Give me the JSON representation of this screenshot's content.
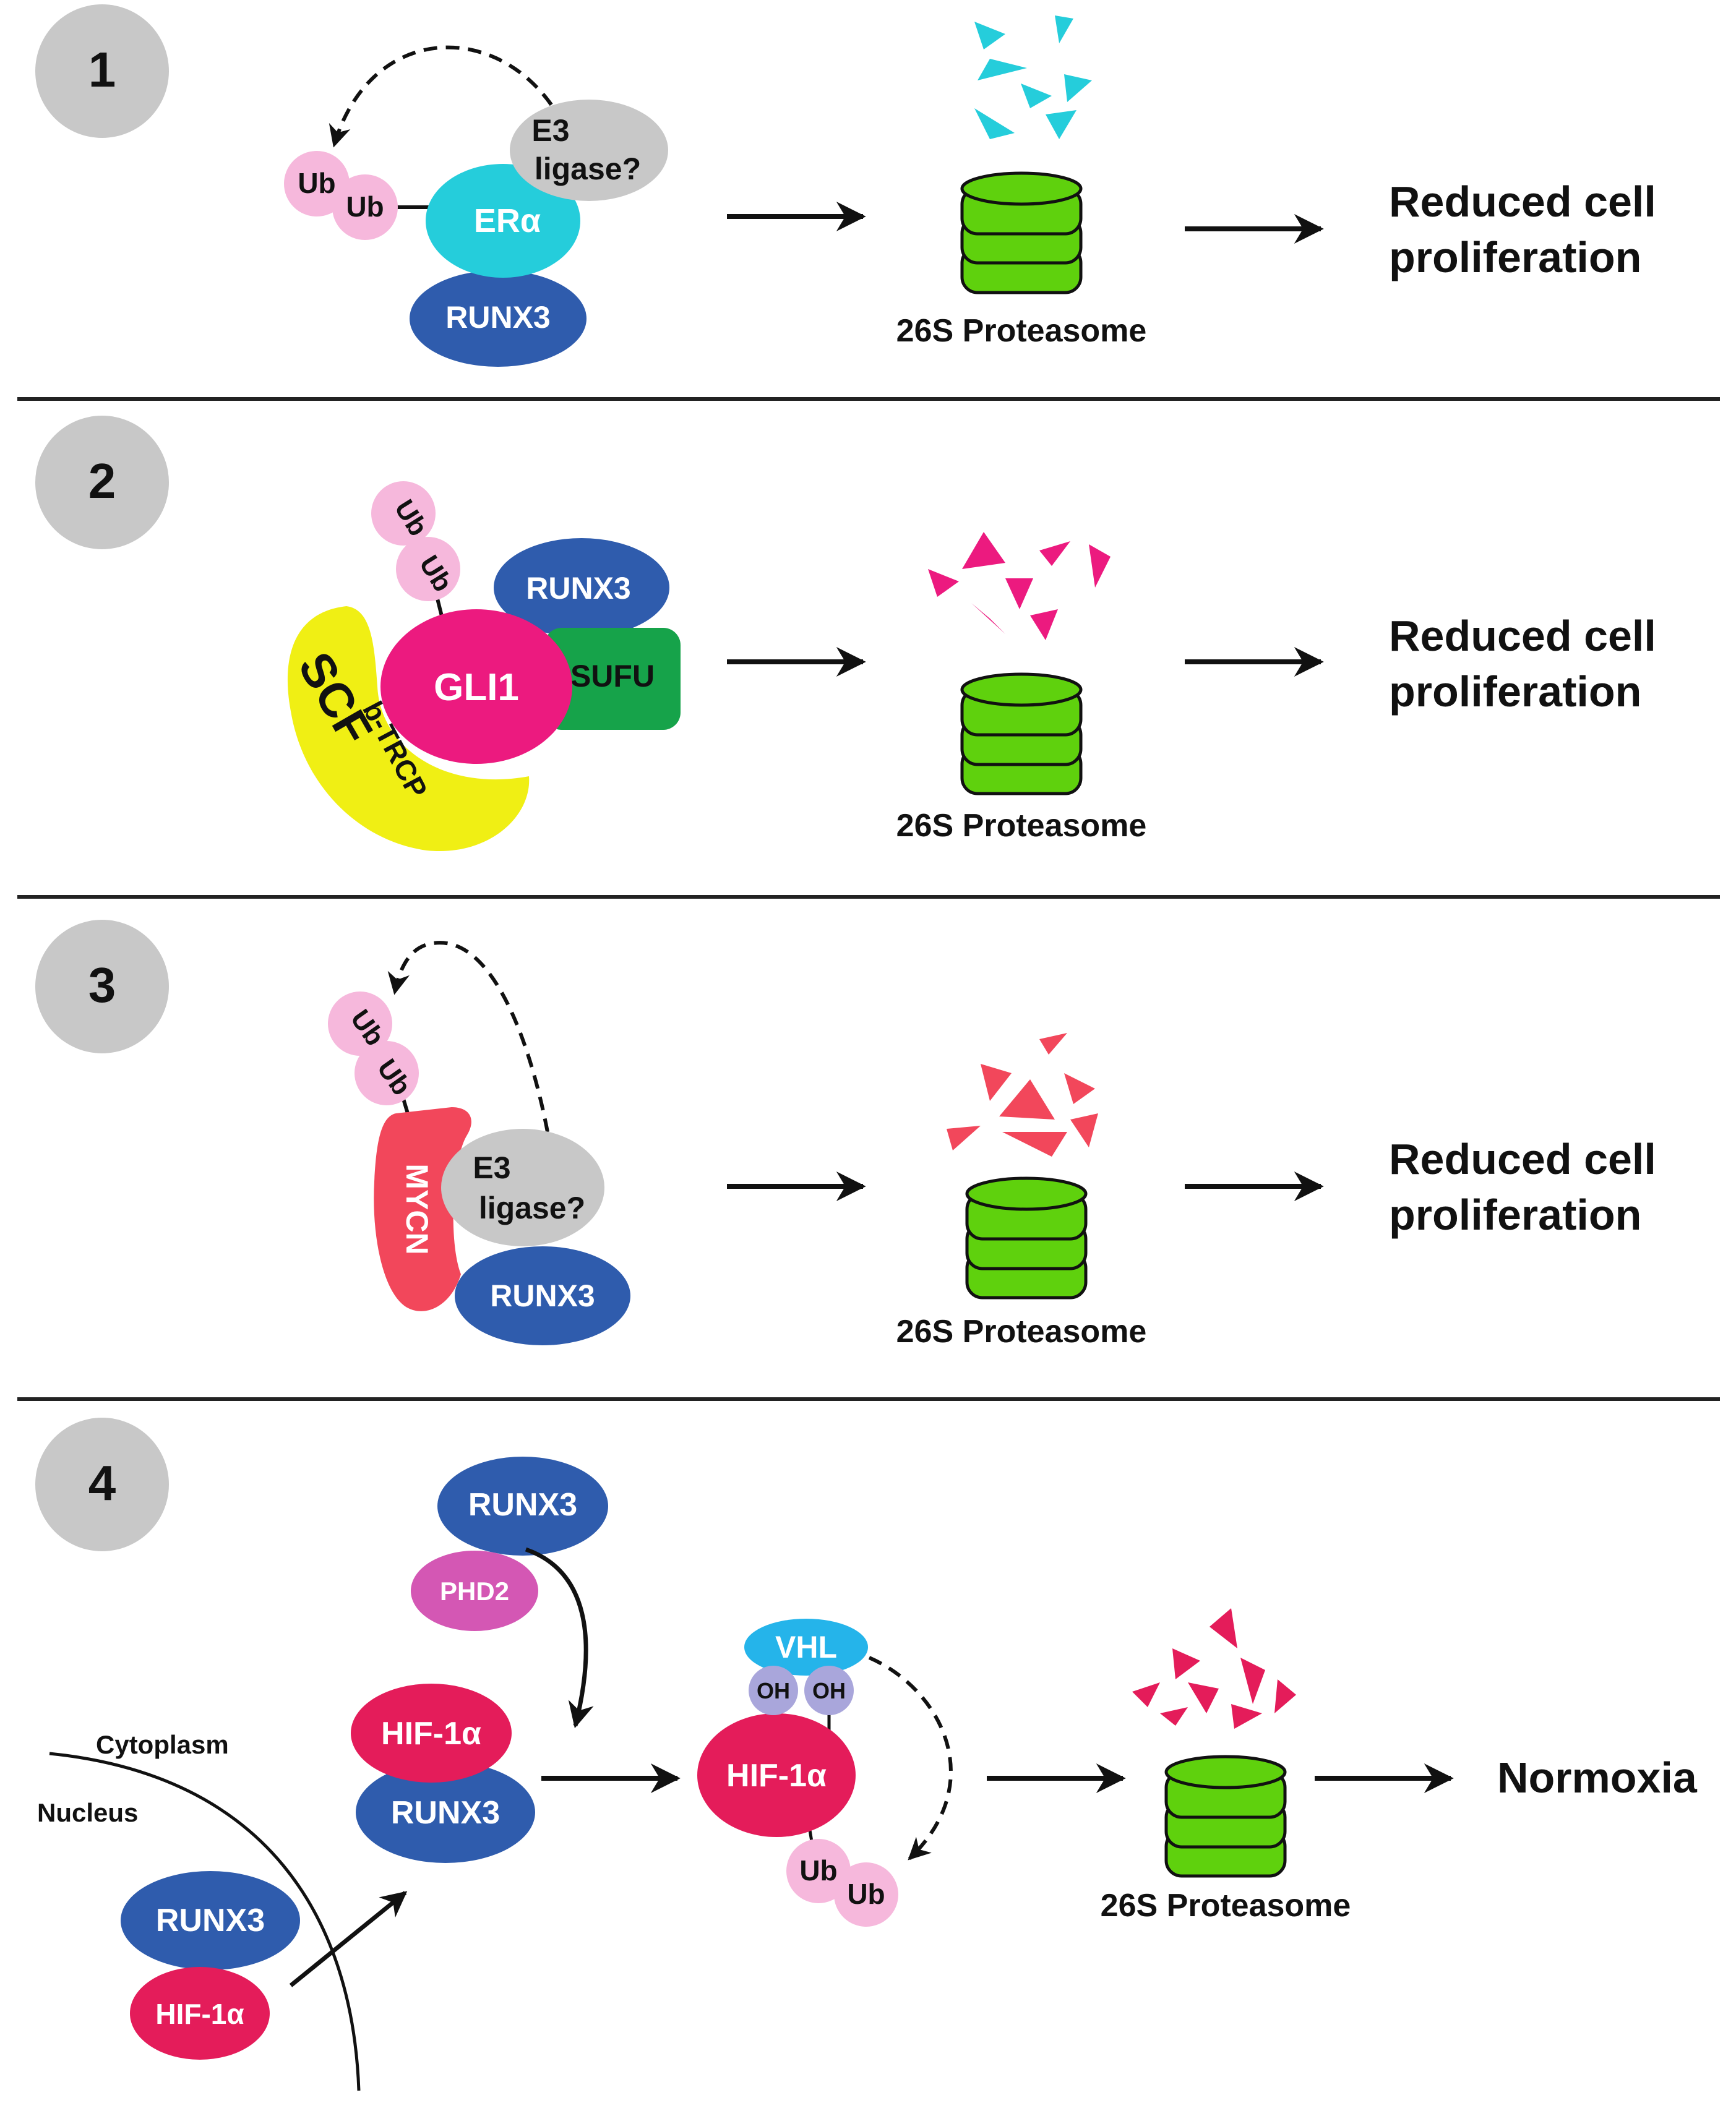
{
  "colors": {
    "panel_circle": "#c8c8c8",
    "runx3": "#2f5cad",
    "era": "#25cddb",
    "e3_ligase": "#c8c8c8",
    "ubiquitin": "#f6b8dc",
    "gli1": "#ec1a7f",
    "sufu": "#16a34a",
    "scf": "#f0ef14",
    "mycn": "#f2475b",
    "hif": "#e41c5a",
    "phd2": "#d457b4",
    "vhl": "#25b4ea",
    "oh": "#a9a6db",
    "proteasome": "#5fd10d",
    "fragments_1": "#25cddb",
    "fragments_2": "#ec1a7f",
    "fragments_3": "#f2475b",
    "fragments_4": "#e41c5a"
  },
  "labels": {
    "ub": "Ub",
    "runx3": "RUNX3",
    "proteasome": "26S Proteasome",
    "reduced_line1": "Reduced cell",
    "reduced_line2": "proliferation"
  },
  "panel1": {
    "number": "1",
    "e3_line1": "E3",
    "e3_line2": "ligase?",
    "era": "ERα"
  },
  "panel2": {
    "number": "2",
    "gli1": "GLI1",
    "sufu": "SUFU",
    "scf": "SCF",
    "btrcp": "b-TRCP"
  },
  "panel3": {
    "number": "3",
    "mycn": "MYCN",
    "e3_line1": "E3",
    "e3_line2": "ligase?"
  },
  "panel4": {
    "number": "4",
    "phd2": "PHD2",
    "cytoplasm": "Cytoplasm",
    "nucleus": "Nucleus",
    "hif": "HIF-1α",
    "vhl": "VHL",
    "oh": "OH",
    "outcome": "Normoxia"
  }
}
